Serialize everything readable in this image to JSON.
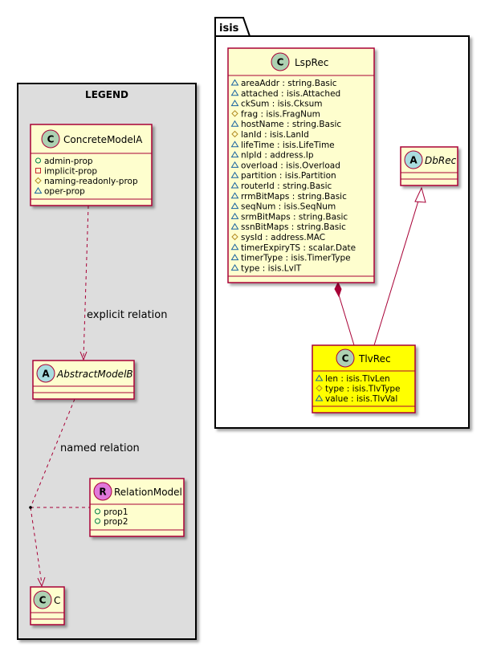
{
  "legend": {
    "title": "LEGEND",
    "concrete_model": {
      "name": "ConcreteModelA",
      "badge": "C",
      "attributes": [
        {
          "vis": "+",
          "text": "admin-prop"
        },
        {
          "vis": "-",
          "text": "implicit-prop"
        },
        {
          "vis": "#",
          "text": "naming-readonly-prop"
        },
        {
          "vis": "~",
          "text": "oper-prop"
        }
      ]
    },
    "abstract_model": {
      "name": "AbstractModelB",
      "badge": "A"
    },
    "relation_model": {
      "name": "RelationModel",
      "badge": "R",
      "attributes": [
        {
          "vis": "+",
          "text": "prop1"
        },
        {
          "vis": "+",
          "text": "prop2"
        }
      ]
    },
    "c_model": {
      "name": "C",
      "badge": "C"
    },
    "explicit_relation_label": "explicit relation",
    "named_relation_label": "named relation"
  },
  "package": {
    "name": "isis",
    "lsprec": {
      "name": "LspRec",
      "badge": "C",
      "attributes": [
        {
          "vis": "~",
          "text": "areaAddr : string.Basic"
        },
        {
          "vis": "~",
          "text": "attached : isis.Attached"
        },
        {
          "vis": "~",
          "text": "ckSum : isis.Cksum"
        },
        {
          "vis": "#",
          "text": "frag : isis.FragNum"
        },
        {
          "vis": "~",
          "text": "hostName : string.Basic"
        },
        {
          "vis": "#",
          "text": "lanId : isis.LanId"
        },
        {
          "vis": "~",
          "text": "lifeTime : isis.LifeTime"
        },
        {
          "vis": "~",
          "text": "nlpId : address.Ip"
        },
        {
          "vis": "~",
          "text": "overload : isis.Overload"
        },
        {
          "vis": "~",
          "text": "partition : isis.Partition"
        },
        {
          "vis": "~",
          "text": "routerId : string.Basic"
        },
        {
          "vis": "~",
          "text": "rrmBitMaps : string.Basic"
        },
        {
          "vis": "~",
          "text": "seqNum : isis.SeqNum"
        },
        {
          "vis": "~",
          "text": "srmBitMaps : string.Basic"
        },
        {
          "vis": "~",
          "text": "ssnBitMaps : string.Basic"
        },
        {
          "vis": "#",
          "text": "sysId : address.MAC"
        },
        {
          "vis": "~",
          "text": "timerExpiryTS : scalar.Date"
        },
        {
          "vis": "~",
          "text": "timerType : isis.TimerType"
        },
        {
          "vis": "~",
          "text": "type : isis.LvlT"
        }
      ]
    },
    "dbrec": {
      "name": "DbRec",
      "badge": "A"
    },
    "tlvrec": {
      "name": "TlvRec",
      "badge": "C",
      "attributes": [
        {
          "vis": "~",
          "text": "len : isis.TlvLen"
        },
        {
          "vis": "#",
          "text": "type : isis.TlvType"
        },
        {
          "vis": "~",
          "text": "value : isis.TlvVal"
        }
      ]
    }
  },
  "colors": {
    "class_fill": "#FEFECE",
    "class_border": "#A80036",
    "highlight_fill": "#FFFF00",
    "badge_c": "#ADD1B2",
    "badge_a": "#A9DCDF",
    "badge_r": "#E078DB",
    "legend_bg": "#DDDDDD",
    "relation_color": "#A80036"
  }
}
